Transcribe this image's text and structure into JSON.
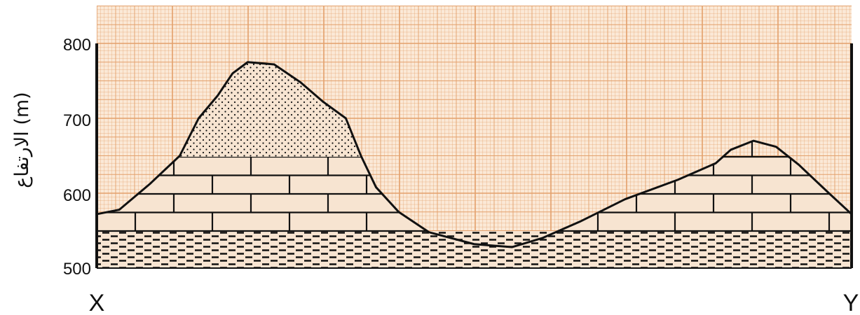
{
  "profile": {
    "axis_title": "الارتفاع (m)",
    "y_ticks": [
      "800",
      "700",
      "600",
      "500"
    ],
    "start_label": "X",
    "end_label": "Y"
  },
  "colors": {
    "grid_line": "#e3a06b",
    "grid_fill": "#fbe9d7",
    "outline": "#111111"
  },
  "chart_data": {
    "type": "line",
    "title": "",
    "xlabel": "",
    "ylabel": "الارتفاع (m)",
    "ylim": [
      500,
      800
    ],
    "x_endpoints": [
      "X",
      "Y"
    ],
    "series": [
      {
        "points": [
          [
            0.0,
            572
          ],
          [
            0.03,
            578
          ],
          [
            0.07,
            612
          ],
          [
            0.11,
            650
          ],
          [
            0.135,
            700
          ],
          [
            0.16,
            730
          ],
          [
            0.18,
            760
          ],
          [
            0.2,
            775
          ],
          [
            0.235,
            772
          ],
          [
            0.27,
            748
          ],
          [
            0.3,
            722
          ],
          [
            0.33,
            700
          ],
          [
            0.34,
            675
          ],
          [
            0.35,
            650
          ],
          [
            0.37,
            608
          ],
          [
            0.4,
            575
          ],
          [
            0.44,
            548
          ],
          [
            0.5,
            532
          ],
          [
            0.55,
            528
          ],
          [
            0.59,
            540
          ],
          [
            0.64,
            562
          ],
          [
            0.7,
            592
          ],
          [
            0.77,
            618
          ],
          [
            0.82,
            640
          ],
          [
            0.84,
            658
          ],
          [
            0.87,
            670
          ],
          [
            0.9,
            662
          ],
          [
            0.93,
            638
          ],
          [
            0.97,
            600
          ],
          [
            1.0,
            572
          ]
        ]
      }
    ],
    "layers": [
      "sandstone",
      "limestone",
      "shale"
    ]
  }
}
